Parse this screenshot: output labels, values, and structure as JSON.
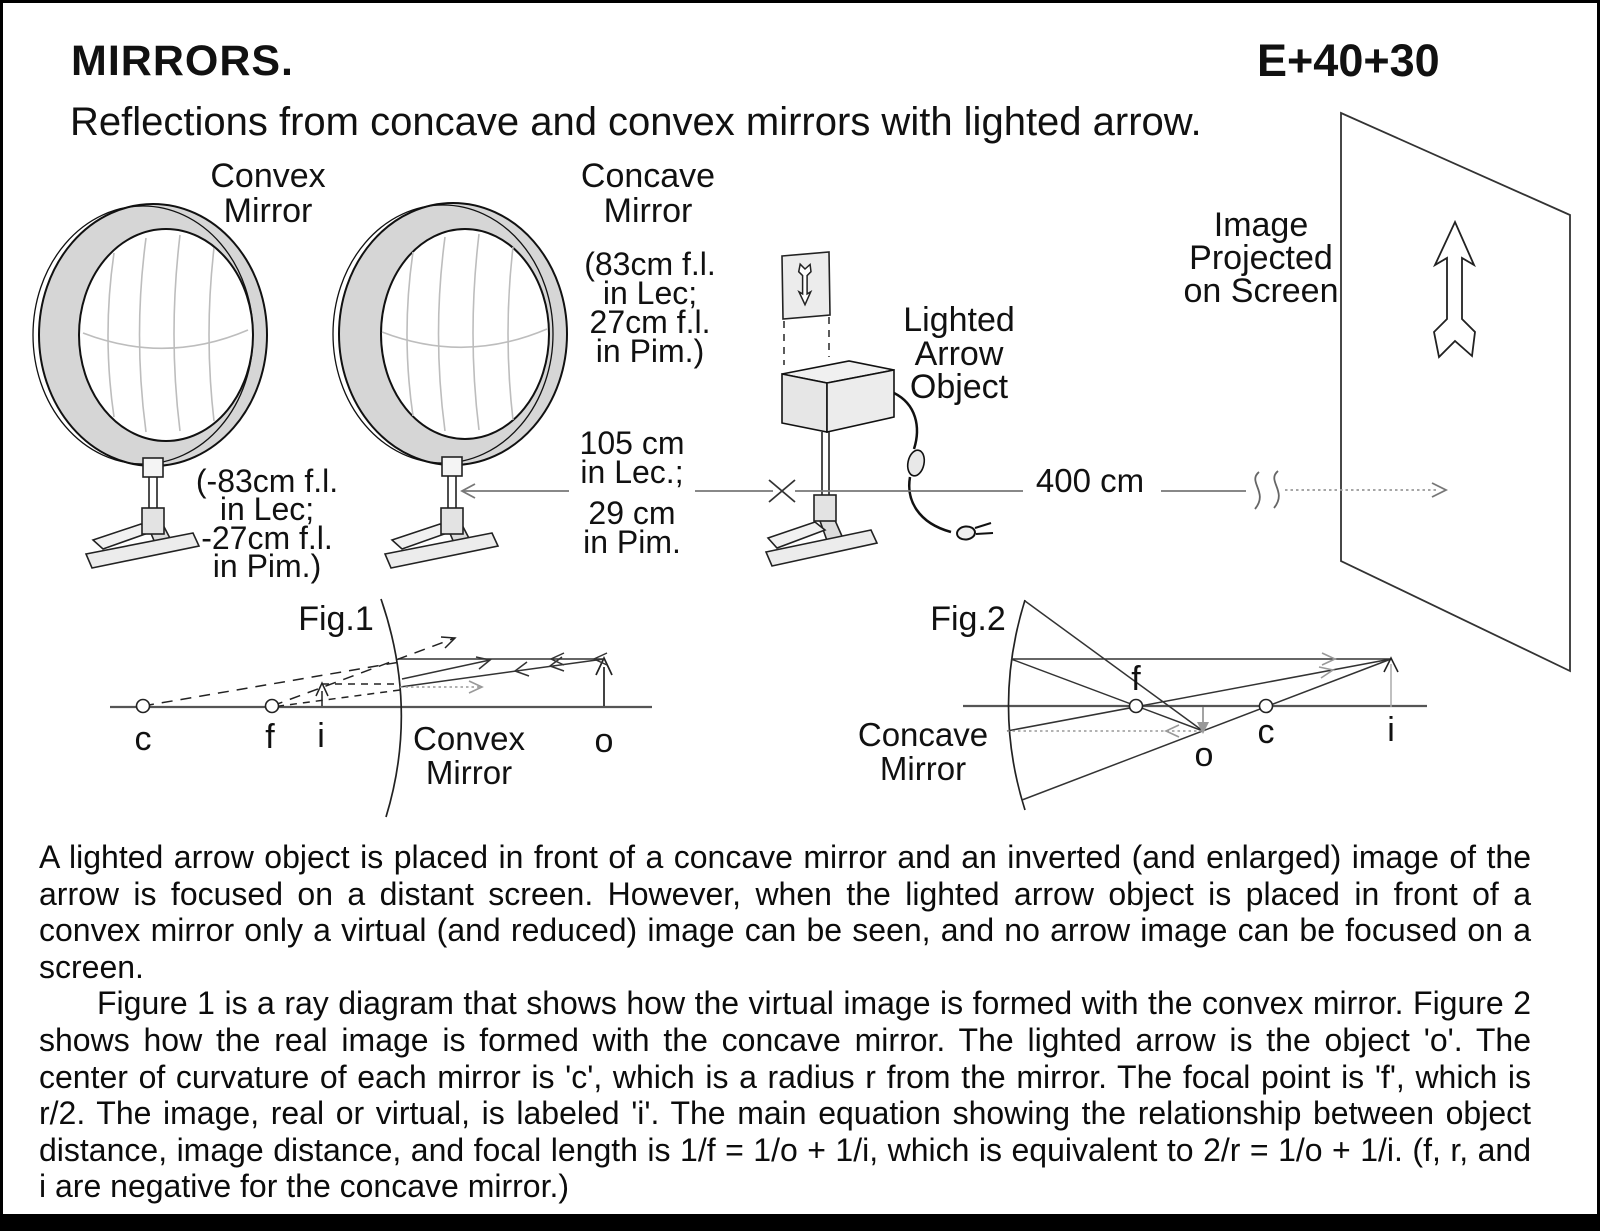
{
  "header": {
    "title": "MIRRORS.",
    "code": "E+40+30",
    "subtitle": "Reflections from concave and convex mirrors with lighted arrow."
  },
  "apparatus": {
    "convex_mirror_label": [
      "Convex",
      "Mirror"
    ],
    "convex_focal_length": [
      "(-83cm f.l.",
      "in Lec;",
      "-27cm f.l.",
      "in Pim.)"
    ],
    "concave_mirror_label": [
      "Concave",
      "Mirror"
    ],
    "concave_focal_length": [
      "(83cm f.l.",
      "in Lec;",
      "27cm f.l.",
      "in Pim.)"
    ],
    "mirror_to_object_distance": [
      "105 cm",
      "in Lec.;",
      "29 cm",
      "in Pim."
    ],
    "lighted_arrow_label": [
      "Lighted",
      "Arrow",
      "Object"
    ],
    "screen_label": [
      "Image",
      "Projected",
      "on Screen"
    ],
    "object_to_screen_distance": "400 cm"
  },
  "fig1": {
    "title": "Fig.1",
    "mirror_label": [
      "Convex",
      "Mirror"
    ],
    "point_c": "c",
    "point_f": "f",
    "point_i": "i",
    "point_o": "o"
  },
  "fig2": {
    "title": "Fig.2",
    "mirror_label": [
      "Concave",
      "Mirror"
    ],
    "point_f": "f",
    "point_c": "c",
    "point_o": "o",
    "point_i": "i"
  },
  "description": {
    "para1": "A lighted arrow object is placed in front of a concave mirror and an inverted (and enlarged) image of the arrow is focused on a distant screen. However, when the lighted arrow object is placed in front of a convex mirror only a virtual (and reduced) image can be seen, and no arrow image can be focused on a screen.",
    "para2": "Figure 1 is a ray diagram that shows how the virtual image is formed with the convex mirror. Figure 2 shows how the real image is formed with the concave mirror. The lighted arrow is the object 'o'. The center of curvature of each mirror is 'c', which is a radius r from the mirror. The focal point is 'f', which is r/2. The image, real or virtual, is labeled 'i'. The main equation showing the relationship between object distance, image distance, and focal length is 1/f = 1/o + 1/i, which is equivalent to 2/r = 1/o + 1/i. (f, r, and i are negative for the concave mirror.)"
  }
}
